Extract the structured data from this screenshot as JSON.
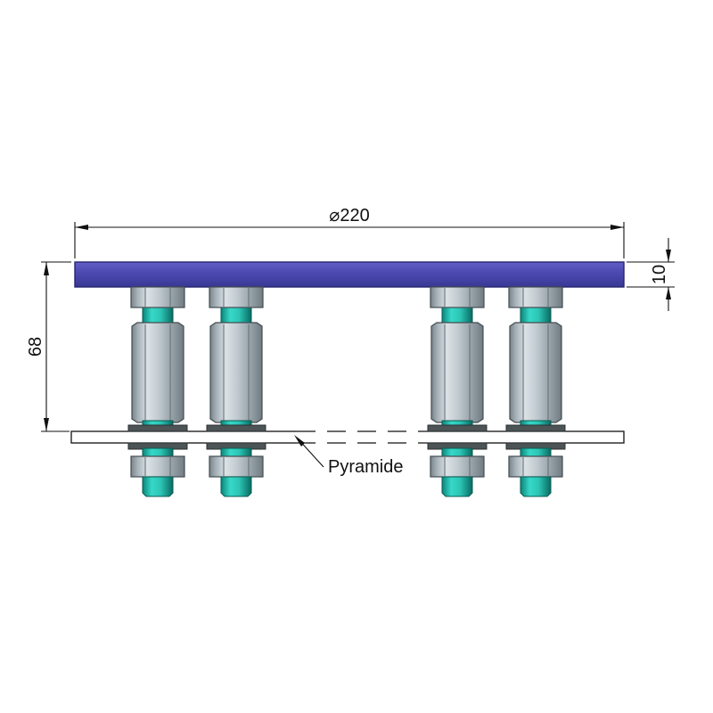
{
  "diagram": {
    "type": "technical-drawing",
    "part_label": "Pyramide",
    "dimensions": {
      "diameter": "⌀220",
      "plate_thickness": "10",
      "standoff_height": "68"
    },
    "colors": {
      "plate": "#4b49b0",
      "metal": "#b9c3c9",
      "teal": "#2cc4b5",
      "washer": "#4d5456",
      "line": "#111111",
      "background": "#ffffff"
    }
  }
}
